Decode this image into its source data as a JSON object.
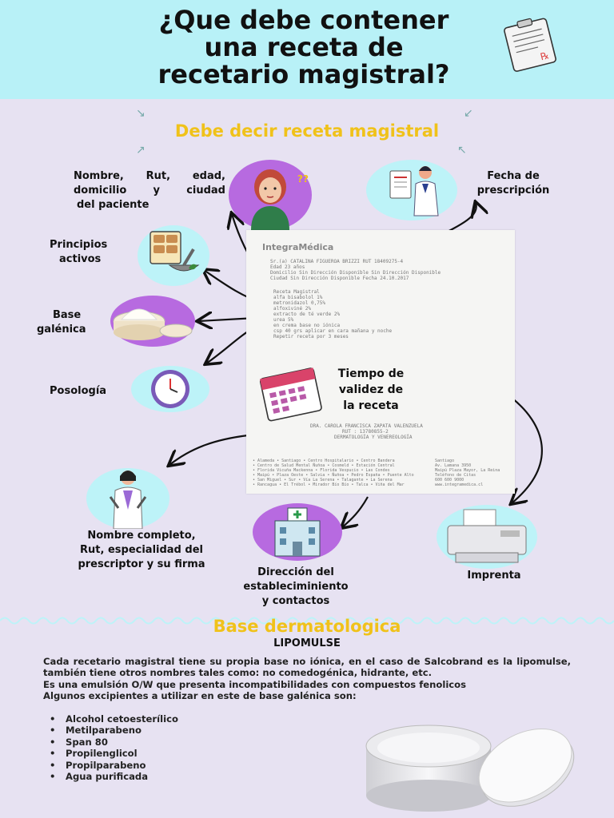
{
  "header": {
    "title_line1": "¿Que debe contener",
    "title_line2": "una receta de",
    "title_line3": "recetario magistral?"
  },
  "section1": {
    "title": "Debe decir receta magistral"
  },
  "items": {
    "paciente": {
      "line1": "Nombre, Rut, edad,",
      "line2": "domicilio y ciudad",
      "line3": "del paciente"
    },
    "fecha": {
      "line1": "Fecha de",
      "line2": "prescripción"
    },
    "principios": {
      "line1": "Principios",
      "line2": "activos"
    },
    "base": {
      "line1": "Base",
      "line2": "galénica"
    },
    "posologia": {
      "line1": "Posología"
    },
    "validez": {
      "line1": "Tiempo de",
      "line2": "validez de",
      "line3": "la receta"
    },
    "prescriptor": {
      "line1": "Nombre completo,",
      "line2": "Rut, especialidad del",
      "line3": "prescriptor y su firma"
    },
    "direccion": {
      "line1": "Dirección del",
      "line2": "estableciminiento",
      "line3": "y contactos"
    },
    "imprenta": {
      "line1": "Imprenta"
    }
  },
  "receta": {
    "brand": "IntegraMédica",
    "l1": "Sr.(a) CATALINA FIGUEROA BRIZZI          RUT 18409275-4",
    "l2": "Edad 23 años",
    "l3": "Domicilio Sin Dirección Disponible Sin Dirección Disponible",
    "l4": "Ciudad Sin Dirección Disponible          Fecha 24.10.2017",
    "r1": "Receta Magistral",
    "r2": "alfa bisabolol 1%",
    "r3": "metronidazol 0,75%",
    "r4": "alfoxiviné 2%",
    "r5": "extracto de té verde 2%",
    "r6": "urea 5%",
    "r7": "en crema base no iónica",
    "r8": "csp 40 grs aplicar en cara mañana y noche",
    "r9": "Repetir receta por 3 meses",
    "d1": "DRA. CAROLA FRANCISCA ZAPATA VALENZUELA",
    "d2": "RUT : 13780855-2",
    "d3": "DERMATOLOGÍA Y VENEREOLOGÍA",
    "f1": "• Alameda • Santiago • Centro Hospitalario • Centro Bandera",
    "f2": "• Centro de Salud Mental Ñuñoa • Cosmeld • Estación Central",
    "f3": "• Florida Vicuña Mackenna • Florida Vespucio • Las Condes",
    "f4": "• Maipú • Plaza Oeste • Salvia • Ñuñoa • Pedro España • Puente Alto",
    "f5": "• San Miguel • Sur • Vía La Serena • Talagante • La Serena",
    "f6": "• Rancagua • El Trébol • Mirador Bío Bío • Talca • Viña del Mar",
    "s1": "Santiago",
    "s2": "Av. Lamana 3950",
    "s3": "Maipú Plaza Mayor, La Reina",
    "s4": "Teléfono de Citas",
    "s5": "600 600 9000",
    "s6": "www.integramedica.cl"
  },
  "section2": {
    "title": "Base dermatologica",
    "subtitle": "LIPOMULSE",
    "p1": "Cada recetario magistral tiene su propia base no iónica, en el caso de Salcobrand es la lipomulse, también tiene otros nombres tales como: no comedogénica, hidrante, etc.",
    "p2": "Es una emulsión O/W que presenta incompatibilidades con compuestos fenolicos",
    "p3": "Algunos excipientes a utilizar en este de base galénica son:",
    "bullets": [
      "Alcohol cetoesterílico",
      "Metilparabeno",
      "Span 80",
      "Propilenglicol",
      "Propilparabeno",
      "Agua purificada"
    ]
  },
  "colors": {
    "header_bg": "#b8f1f7",
    "page_bg": "#e7e2f2",
    "accent_yellow": "#f0c21a",
    "purple": "#b76ae0",
    "cyan": "#bdf3f8"
  }
}
